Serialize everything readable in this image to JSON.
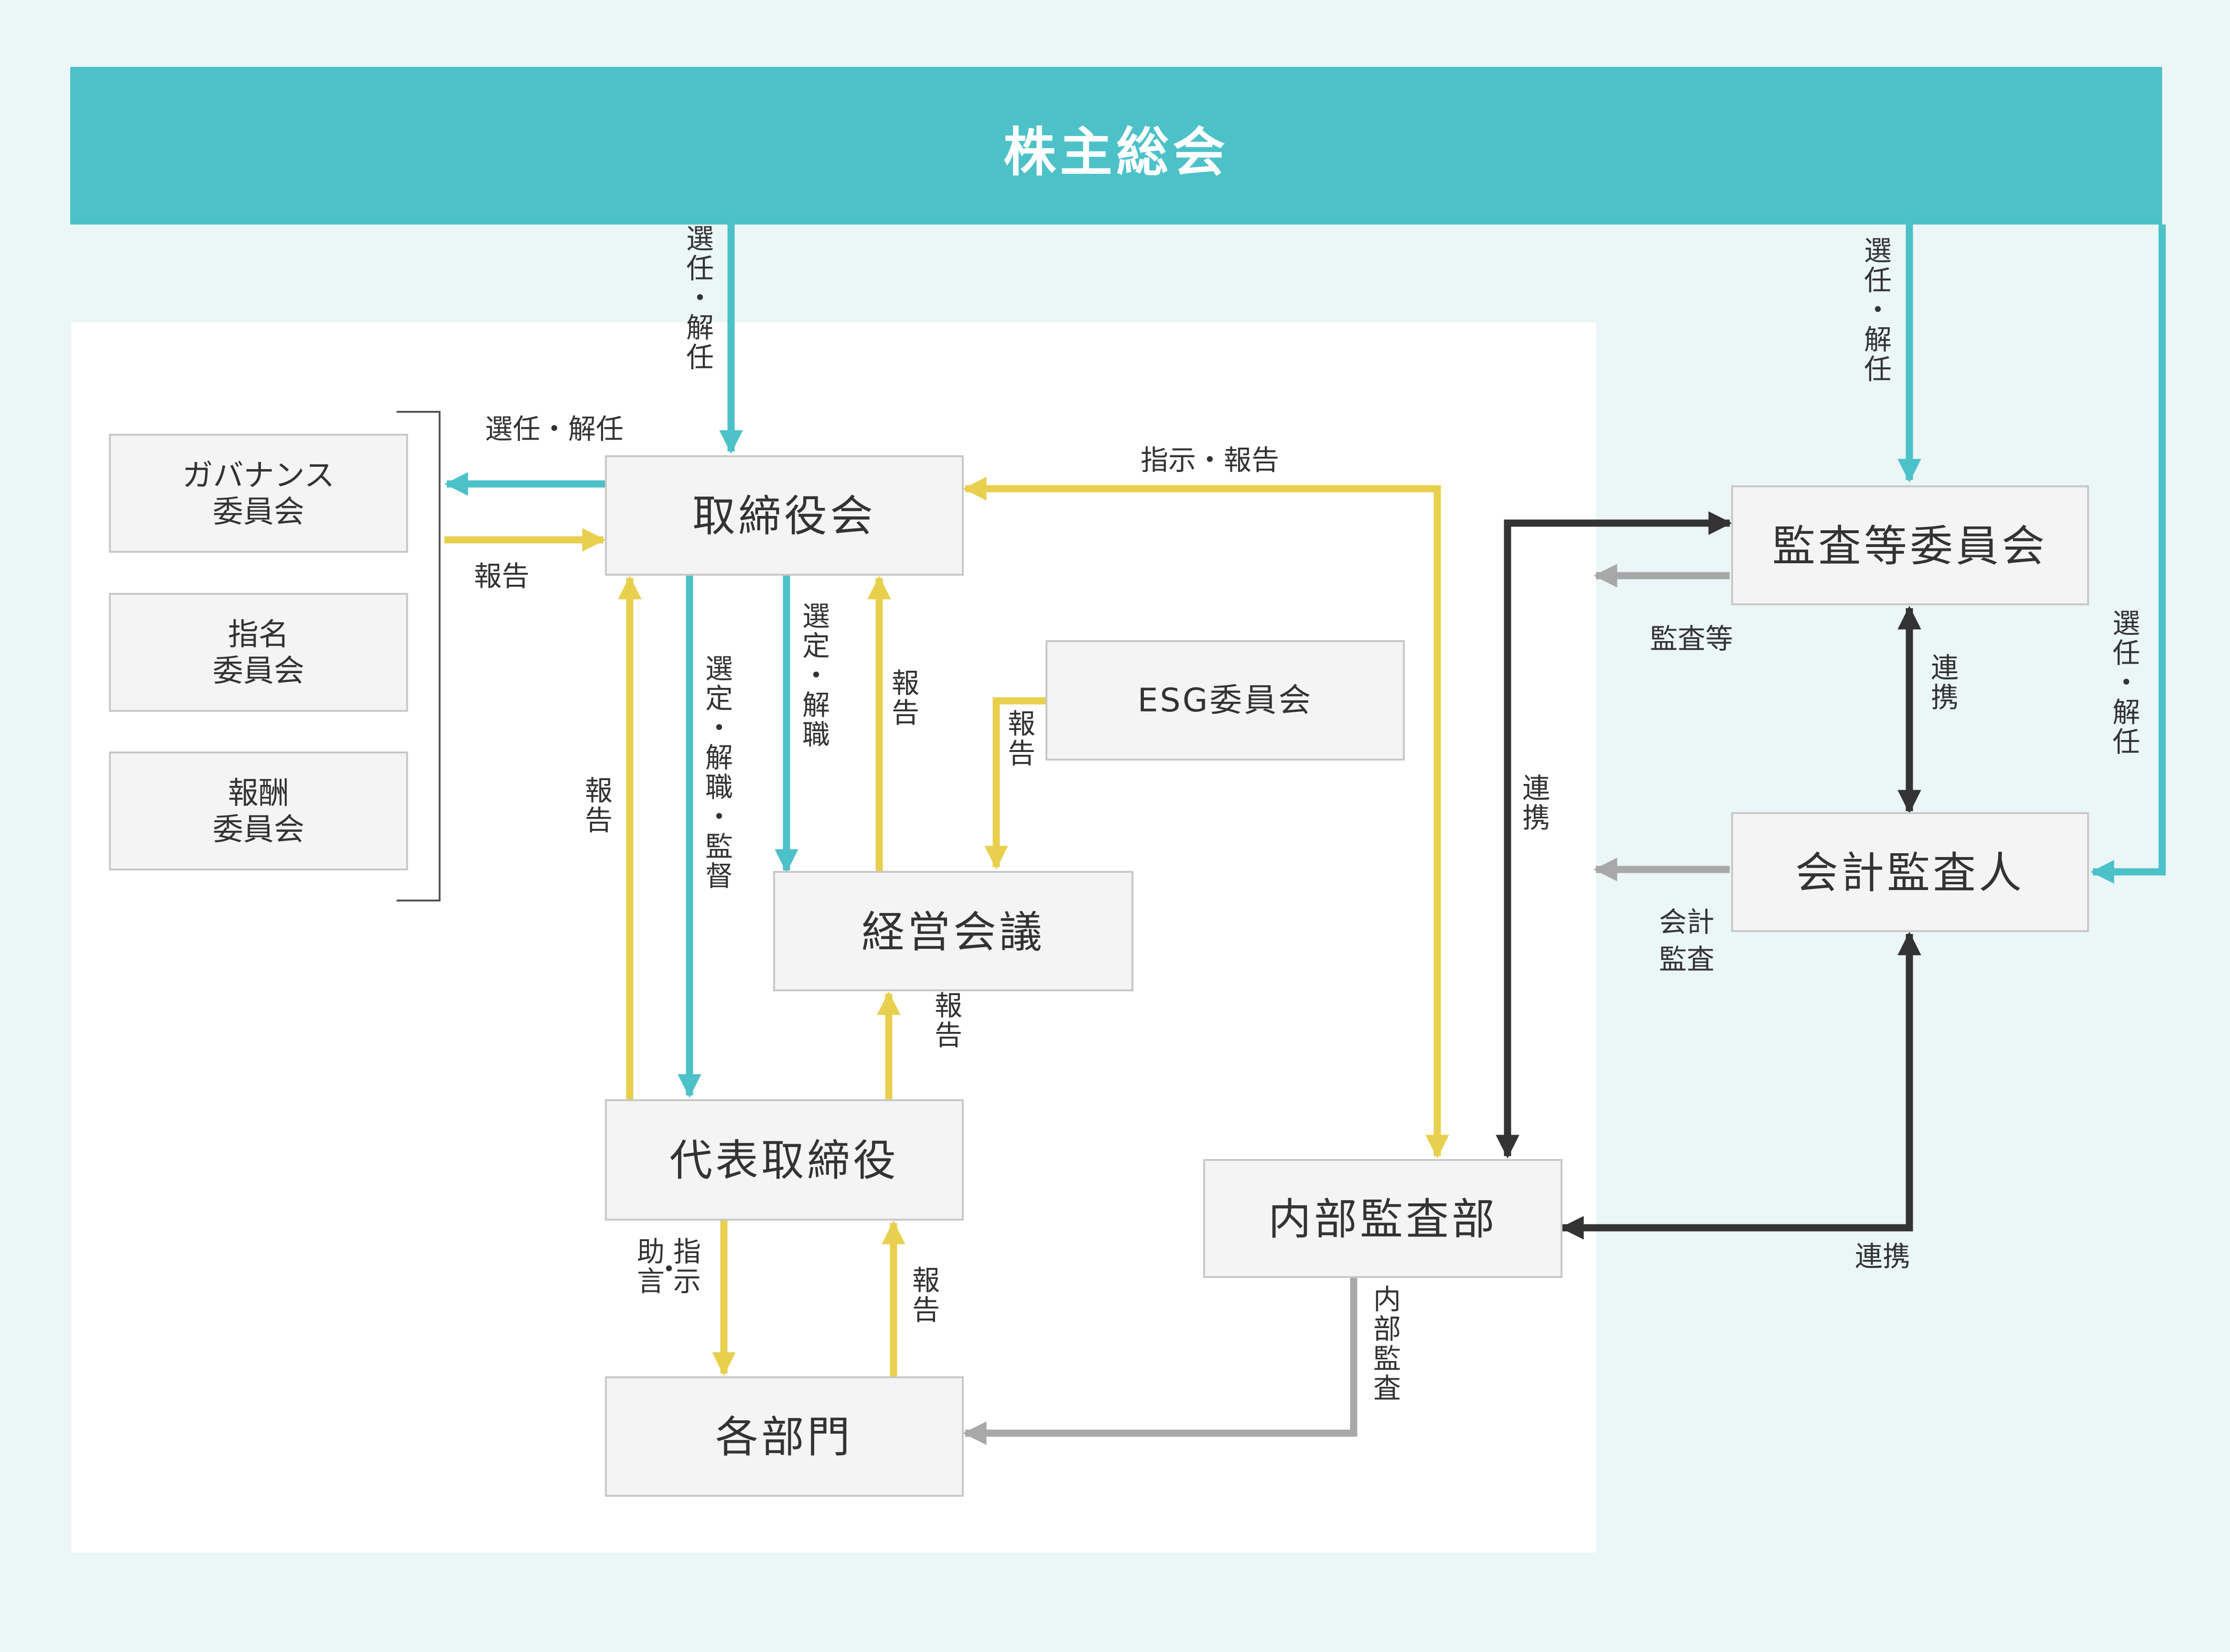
{
  "header": {
    "title": "株主総会"
  },
  "nodes": {
    "governance": [
      "ガバナンス",
      "委員会"
    ],
    "nomination": [
      "指名",
      "委員会"
    ],
    "remuneration": [
      "報酬",
      "委員会"
    ],
    "board": "取締役会",
    "esg": "ESG委員会",
    "management": "経営会議",
    "ceo": "代表取締役",
    "departments": "各部門",
    "internal_audit": "内部監査部",
    "audit_committee": "監査等委員会",
    "accounting_auditor": "会計監査人"
  },
  "labels": {
    "appoint_dismiss": "選任・解任",
    "report": "報告",
    "instruct_report": "指示・報告",
    "select_dismiss": "選定・解職",
    "select_dismiss_supervise": "選定・解職・監督",
    "advise_instruct": "助言・指示",
    "internal_audit": "内部監査",
    "collaboration": "連携",
    "audit_etc": "監査等",
    "accounting_audit": [
      "会計",
      "監査"
    ]
  },
  "colors": {
    "teal": "#4cc1c8",
    "yellow": "#e8d04e",
    "dark": "#333333",
    "gray": "#a8a8a8",
    "box_fill": "#f4f4f4",
    "box_border": "#c8c8c8",
    "panel": "#ffffff",
    "background": "#ebf6f6"
  }
}
